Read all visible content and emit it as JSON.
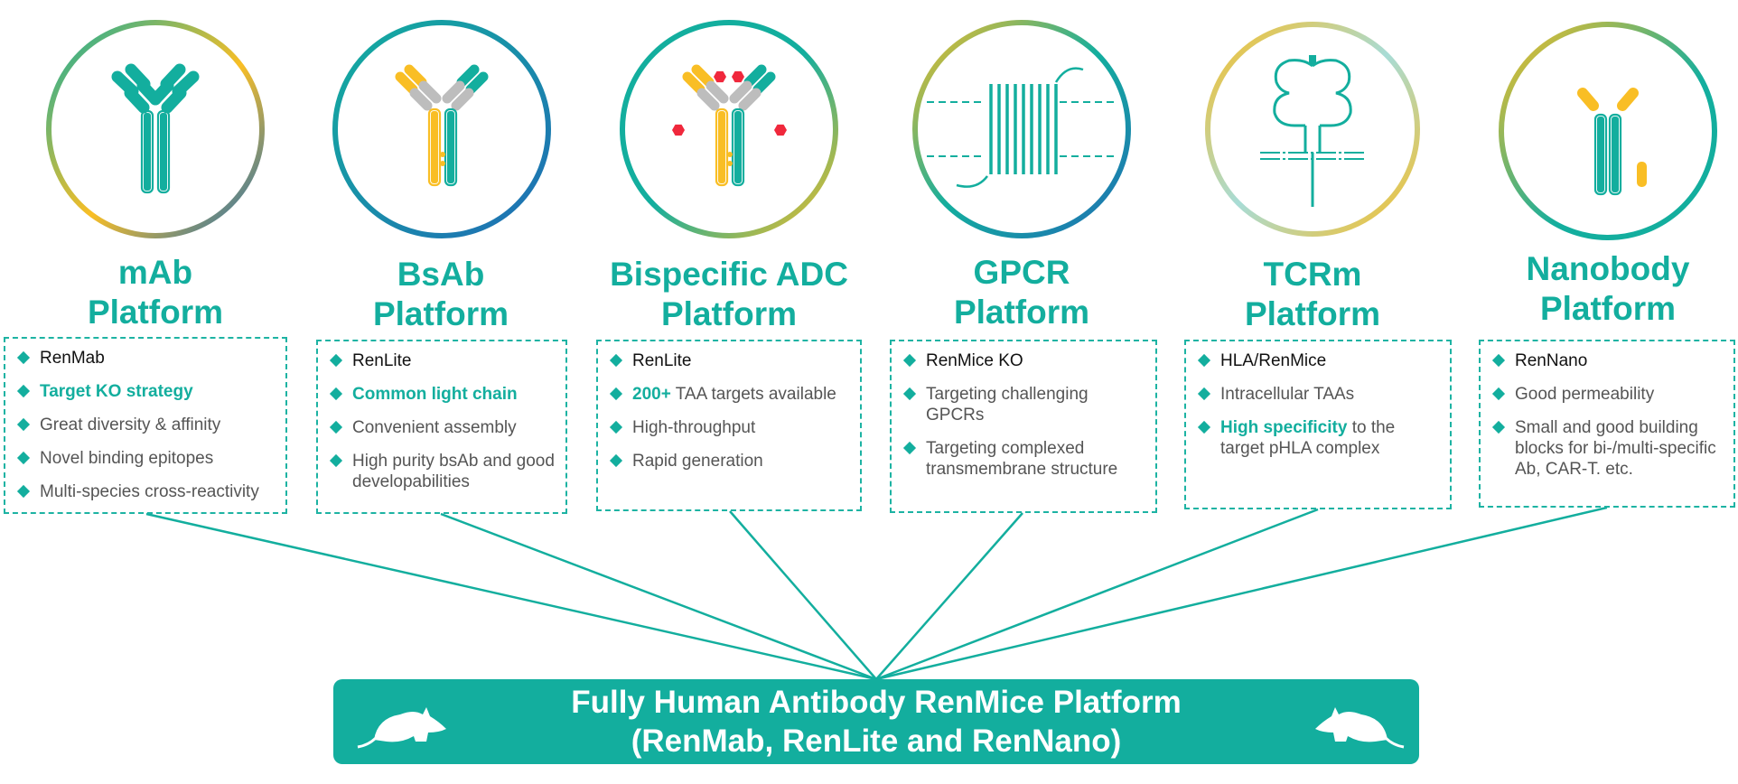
{
  "colors": {
    "teal": "#13ae9e",
    "yellow": "#f9be25",
    "gray": "#bdbdbd",
    "red": "#f0283c",
    "blue": "#1f6db5"
  },
  "platforms": [
    {
      "id": "mab",
      "icon": "antibody-icon",
      "title_l1": "mAb",
      "title_l2": "Platform",
      "bullets": [
        {
          "parts": [
            {
              "t": "RenMab",
              "s": "dark"
            }
          ]
        },
        {
          "parts": [
            {
              "t": "Target KO strategy",
              "s": "hl"
            }
          ]
        },
        {
          "parts": [
            {
              "t": "Great diversity & affinity",
              "s": "norm"
            }
          ]
        },
        {
          "parts": [
            {
              "t": "Novel binding epitopes",
              "s": "norm"
            }
          ]
        },
        {
          "parts": [
            {
              "t": "Multi-species cross-reactivity",
              "s": "norm"
            }
          ]
        }
      ]
    },
    {
      "id": "bsab",
      "icon": "bispecific-antibody-icon",
      "title_l1": "BsAb",
      "title_l2": "Platform",
      "bullets": [
        {
          "parts": [
            {
              "t": "RenLite",
              "s": "dark"
            }
          ]
        },
        {
          "parts": [
            {
              "t": "Common light chain",
              "s": "hl"
            }
          ]
        },
        {
          "parts": [
            {
              "t": "Convenient assembly",
              "s": "norm"
            }
          ]
        },
        {
          "parts": [
            {
              "t": " High purity bsAb and good developabilities",
              "s": "norm"
            }
          ]
        }
      ]
    },
    {
      "id": "adc",
      "icon": "bispecific-adc-icon",
      "title_l1": "Bispecific ADC",
      "title_l2": "Platform",
      "bullets": [
        {
          "parts": [
            {
              "t": "RenLite",
              "s": "dark"
            }
          ]
        },
        {
          "parts": [
            {
              "t": "200+",
              "s": "hl"
            },
            {
              "t": " TAA targets available",
              "s": "norm"
            }
          ]
        },
        {
          "parts": [
            {
              "t": "High-throughput",
              "s": "norm"
            }
          ]
        },
        {
          "parts": [
            {
              "t": "Rapid generation",
              "s": "norm"
            }
          ]
        }
      ]
    },
    {
      "id": "gpcr",
      "icon": "gpcr-receptor-icon",
      "title_l1": "GPCR",
      "title_l2": "Platform",
      "bullets": [
        {
          "parts": [
            {
              "t": "RenMice KO",
              "s": "dark"
            }
          ]
        },
        {
          "parts": [
            {
              "t": "Targeting challenging GPCRs",
              "s": "norm"
            }
          ]
        },
        {
          "parts": [
            {
              "t": "Targeting complexed transmembrane structure",
              "s": "norm"
            }
          ]
        }
      ]
    },
    {
      "id": "tcrm",
      "icon": "tcr-mimic-icon",
      "title_l1": "TCRm",
      "title_l2": "Platform",
      "bullets": [
        {
          "parts": [
            {
              "t": "HLA/RenMice",
              "s": "dark"
            }
          ]
        },
        {
          "parts": [
            {
              "t": "Intracellular TAAs",
              "s": "norm"
            }
          ]
        },
        {
          "parts": [
            {
              "t": "High specificity",
              "s": "hl"
            },
            {
              "t": " to the target pHLA complex",
              "s": "norm"
            }
          ]
        }
      ]
    },
    {
      "id": "nano",
      "icon": "nanobody-icon",
      "title_l1": "Nanobody",
      "title_l2": "Platform",
      "bullets": [
        {
          "parts": [
            {
              "t": "RenNano",
              "s": "dark"
            }
          ]
        },
        {
          "parts": [
            {
              "t": "Good permeability",
              "s": "norm"
            }
          ]
        },
        {
          "parts": [
            {
              "t": "Small and good building blocks for bi-/multi-specific Ab, CAR-T. etc.",
              "s": "norm"
            }
          ]
        }
      ]
    }
  ],
  "banner": {
    "line1": "Fully Human Antibody RenMice Platform",
    "line2": "(RenMab, RenLite and RenNano)"
  }
}
